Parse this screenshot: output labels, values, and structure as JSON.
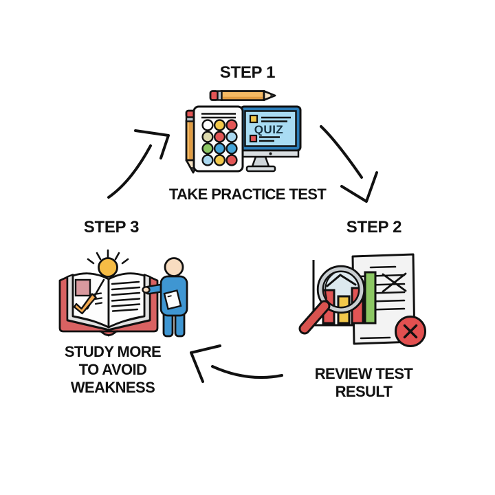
{
  "figure": {
    "type": "cycle-diagram",
    "background": "#ffffff",
    "steps": [
      {
        "title": "STEP 1",
        "caption": "TAKE PRACTICE TEST",
        "illustration": "answer-sheet-pencils-and-quiz-monitor",
        "screen_text": "QUIZ"
      },
      {
        "title": "STEP 2",
        "caption": "REVIEW TEST RESULT",
        "illustration": "magnifier-over-bar-chart-and-marked-document"
      },
      {
        "title": "STEP 3",
        "caption": "STUDY MORE\nTO AVOID\nWEAKNESS",
        "illustration": "open-book-sun-and-person-pointing"
      }
    ],
    "palette": {
      "outline": "#111111",
      "red": "#e25555",
      "yellow": "#f2c84b",
      "pencil_orange": "#f5b963",
      "pencil_stripe": "#e09b42",
      "green": "#8cc763",
      "bubble_blue": "#45a5d9",
      "screen_blue": "#a9dcf3",
      "monitor_blue": "#2b7cb7",
      "person_blue": "#3f96d2",
      "book_red": "#d96262",
      "skin": "#f8dcc0",
      "gray": "#d9dee1",
      "beige": "#dcd9ad",
      "pink_square": "#d9999e",
      "check_orange": "#f5ab52",
      "error_red": "#e25050",
      "handle_red": "#d9534f"
    }
  }
}
